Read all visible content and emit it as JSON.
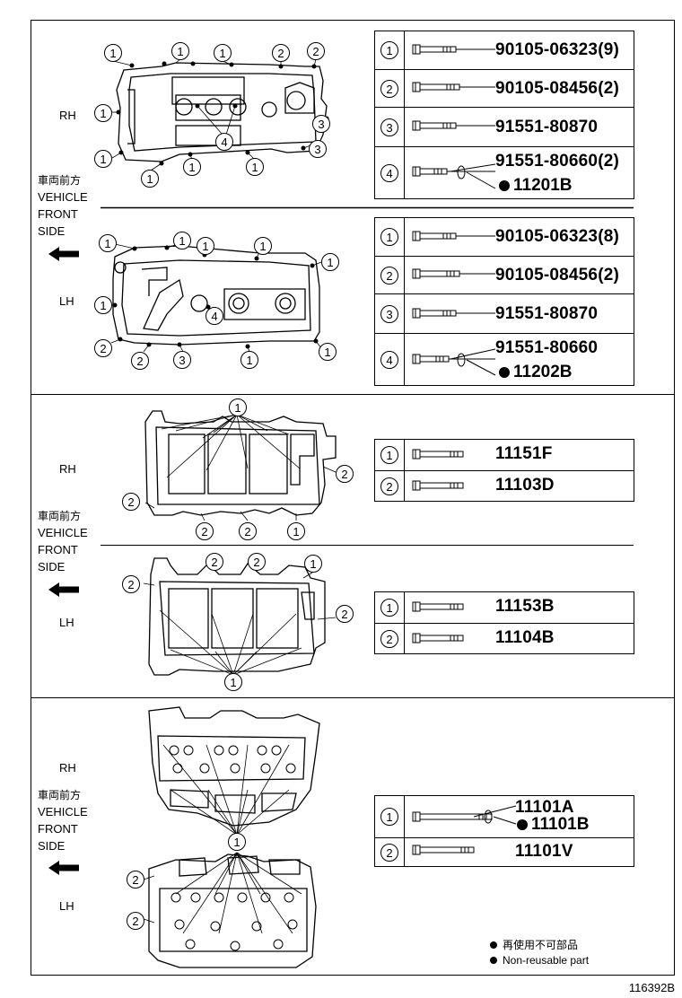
{
  "orientation": {
    "jp": "車両前方",
    "en1": "VEHICLE",
    "en2": "FRONT",
    "en3": "SIDE"
  },
  "side_rh": "RH",
  "side_lh": "LH",
  "section1": {
    "rh_table": [
      {
        "num": "1",
        "part": "90105-06323(9)"
      },
      {
        "num": "2",
        "part": "90105-08456(2)"
      },
      {
        "num": "3",
        "part": "91551-80870"
      },
      {
        "num": "4",
        "part": "91551-80660(2)",
        "sub": "11201B"
      }
    ],
    "lh_table": [
      {
        "num": "1",
        "part": "90105-06323(8)"
      },
      {
        "num": "2",
        "part": "90105-08456(2)"
      },
      {
        "num": "3",
        "part": "91551-80870"
      },
      {
        "num": "4",
        "part": "91551-80660",
        "sub": "11202B"
      }
    ]
  },
  "section2": {
    "rh_table": [
      {
        "num": "1",
        "part": "11151F"
      },
      {
        "num": "2",
        "part": "11103D"
      }
    ],
    "lh_table": [
      {
        "num": "1",
        "part": "11153B"
      },
      {
        "num": "2",
        "part": "11104B"
      }
    ]
  },
  "section3": {
    "table": [
      {
        "num": "1",
        "part": "11101A",
        "sub": "11101B"
      },
      {
        "num": "2",
        "part": "11101V"
      }
    ]
  },
  "legend": {
    "jp": "再使用不可部品",
    "en": "Non-reusable part"
  },
  "diagram_code": "116392B",
  "callouts": {
    "one": "1",
    "two": "2",
    "three": "3",
    "four": "4"
  }
}
